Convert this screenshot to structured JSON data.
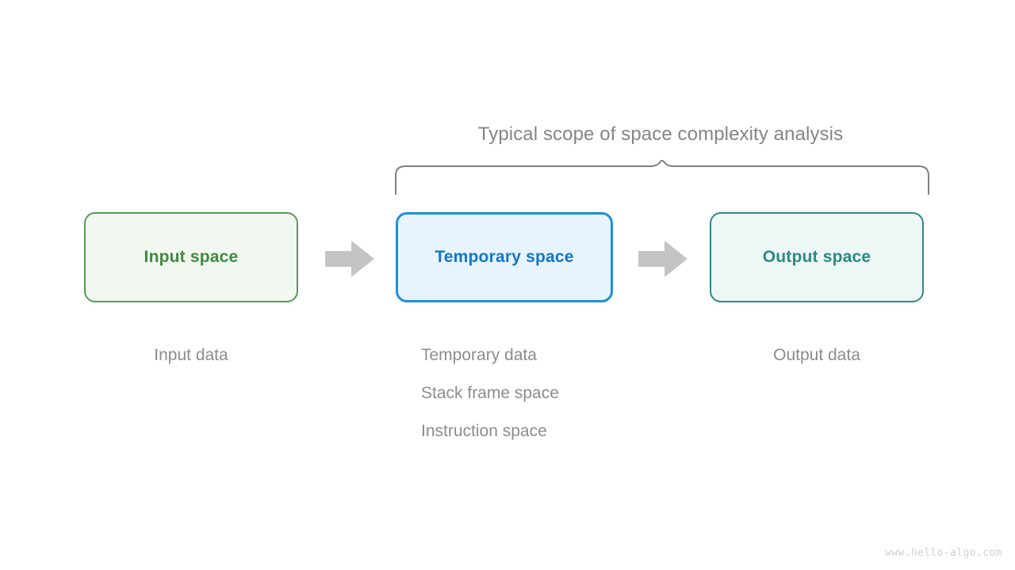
{
  "diagram": {
    "scope_label": "Typical scope of space complexity analysis",
    "watermark": "www.hello-algo.com",
    "colors": {
      "input_border": "#579b57",
      "input_fill": "#f1f8f0",
      "input_text": "#3f8a3f",
      "temporary_border": "#1f8fd8",
      "temporary_fill": "#e8f4fd",
      "temporary_text": "#0f77cc",
      "output_border": "#2e8b84",
      "output_fill": "#edf7f5",
      "output_text": "#2a8b83",
      "arrow": "#c4c4c4",
      "brace": "#808080",
      "caption_text": "#8c8c8c",
      "title_text": "#858585",
      "watermark_text": "#cfcfcf"
    },
    "boxes": [
      {
        "id": "input-space",
        "label": "Input space",
        "captions": [
          "Input data"
        ]
      },
      {
        "id": "temporary-space",
        "label": "Temporary space",
        "captions": [
          "Temporary data",
          "Stack frame space",
          "Instruction space"
        ]
      },
      {
        "id": "output-space",
        "label": "Output space",
        "captions": [
          "Output data"
        ]
      }
    ],
    "arrows": [
      {
        "id": "arrow-input-to-temporary",
        "name": "right-arrow-icon"
      },
      {
        "id": "arrow-temporary-to-output",
        "name": "right-arrow-icon"
      }
    ]
  }
}
